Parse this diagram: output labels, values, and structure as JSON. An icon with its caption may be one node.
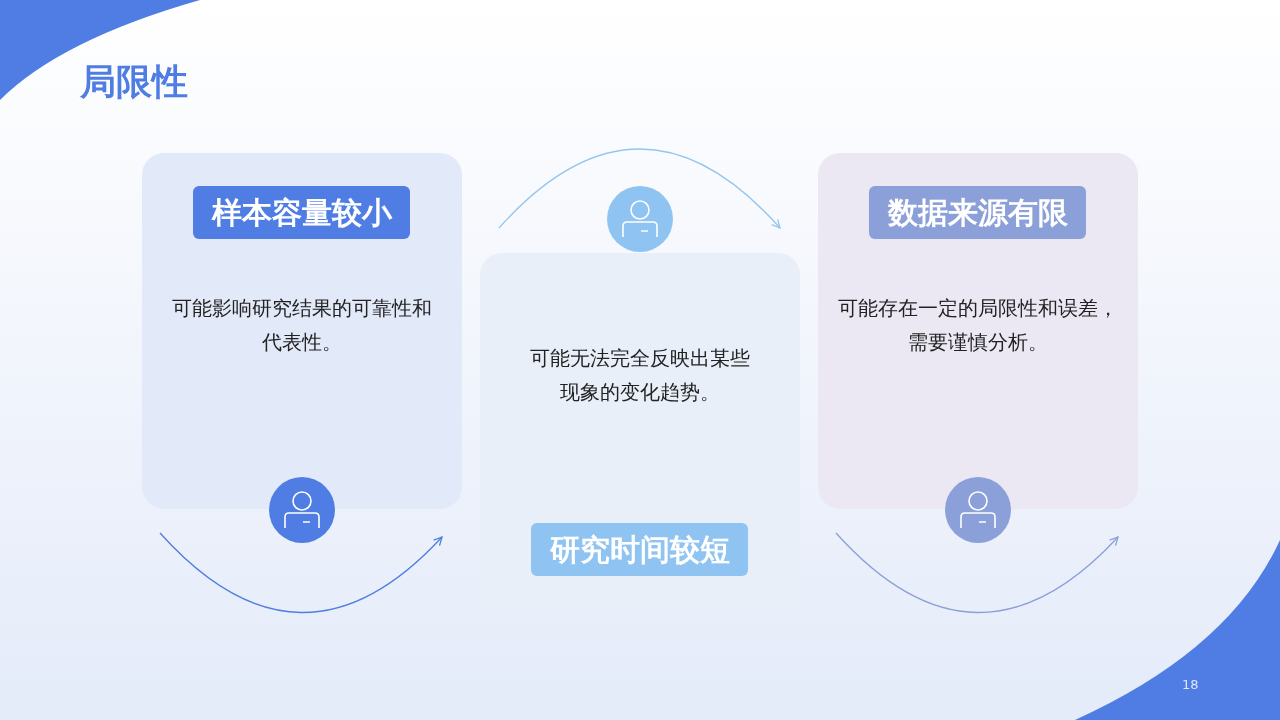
{
  "diagram": {
    "title": "局限性",
    "nodes": [
      {
        "text": [
          "样本容量较小",
          "可能影响研究结果的可靠性和代表性。"
        ]
      },
      {
        "text": [
          "可能无法完全反映出某些现象的变化趋势。",
          "研究时间较短"
        ]
      },
      {
        "text": [
          "数据来源有限",
          "可能存在一定的局限性和误差，需要谨慎分析。"
        ]
      }
    ],
    "labels": [
      "18"
    ]
  }
}
